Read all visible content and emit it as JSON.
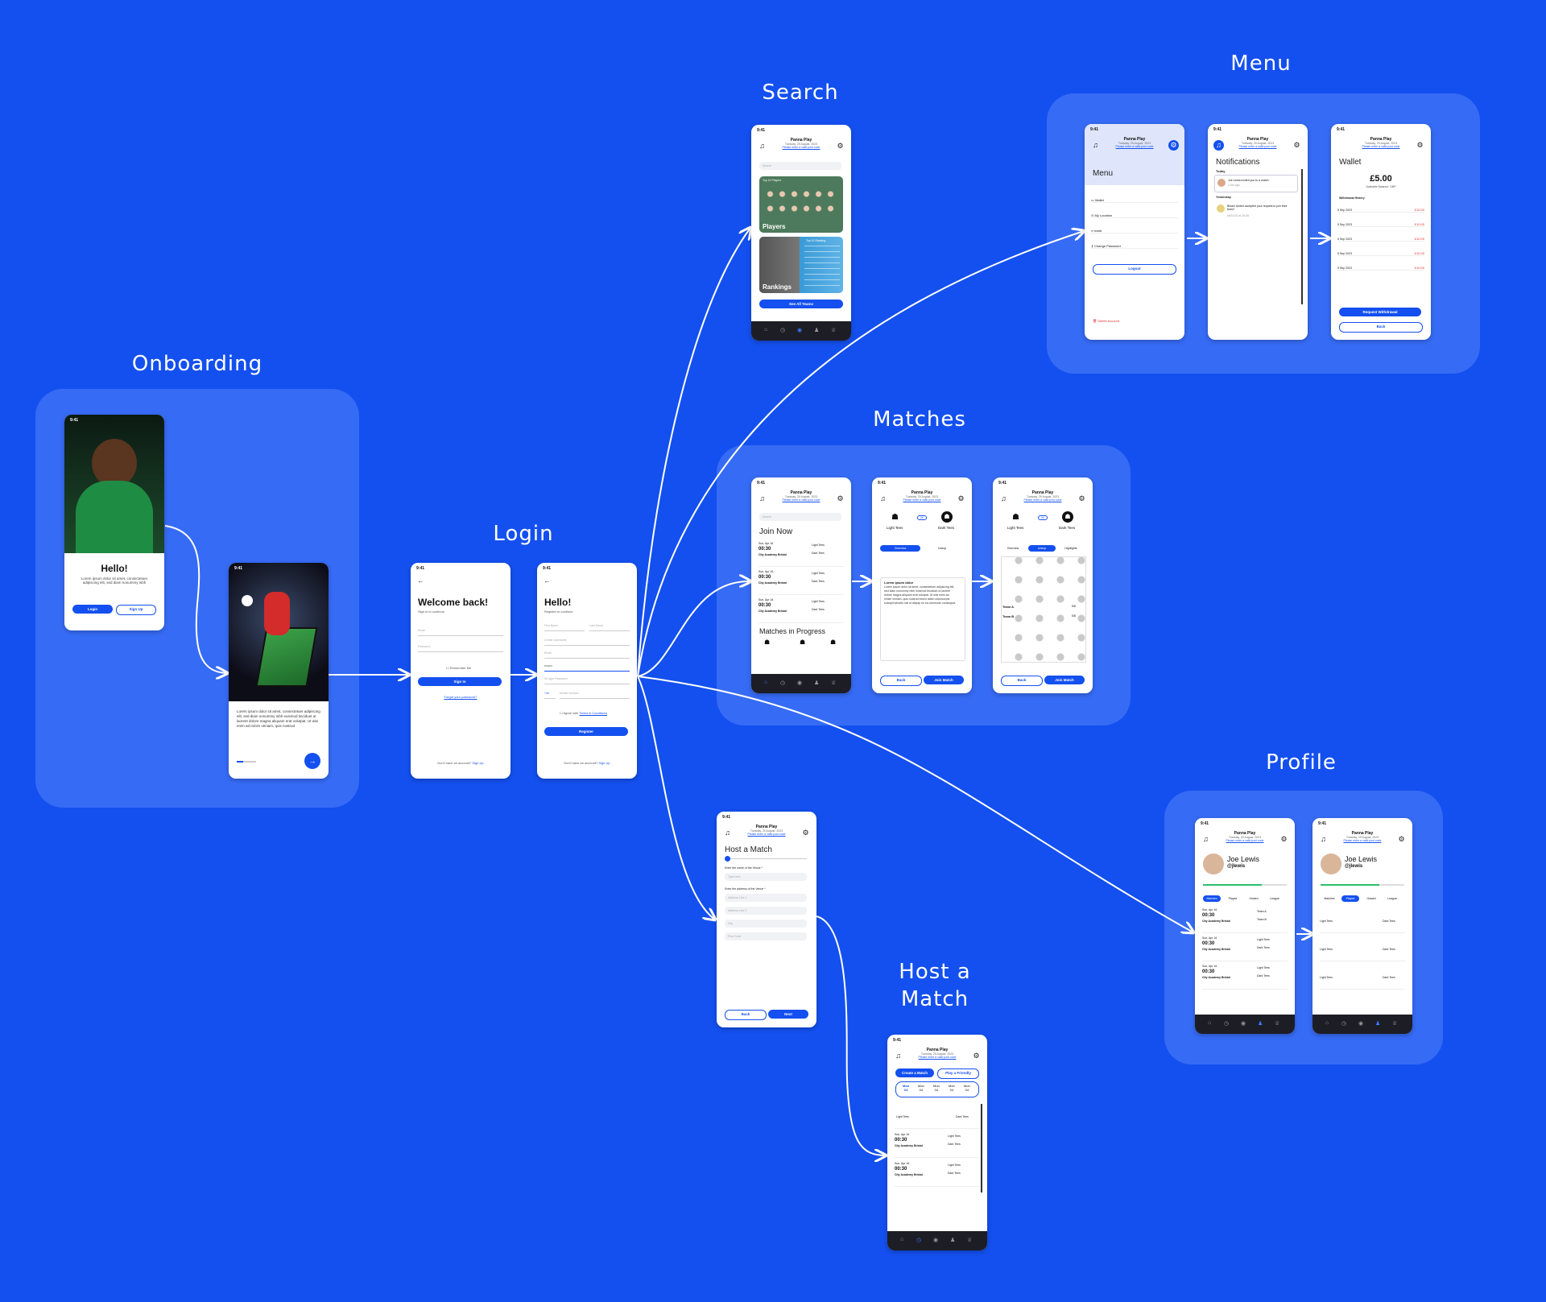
{
  "sections": {
    "onboarding": "Onboarding",
    "login": "Login",
    "search": "Search",
    "menu": "Menu",
    "matches": "Matches",
    "host": "Host a Match",
    "profile": "Profile"
  },
  "common": {
    "status_time": "9:41",
    "app_name": "Panna Play",
    "date": "Tuesday, 29 August, 2023",
    "location_link": "Please enter a valid post code"
  },
  "onboarding1": {
    "title": "Hello!",
    "body": "Lorem ipsum dolor sit amet, consectetuer adipiscing elit, sed diam nonummy nibh",
    "login": "Login",
    "signup": "Sign Up"
  },
  "onboarding2": {
    "body": "Lorem ipsum dolor sit amet, consectetuer adipiscing elit, sed diam nonummy nibh euismod tincidunt ut laoreet dolore magna aliquam erat volutpat. Ut wisi enim ad minim veniam, quis nostrud"
  },
  "login": {
    "title": "Welcome back!",
    "subtitle": "Sign in to continue",
    "email": "Email",
    "password": "Password",
    "remember": "Remember Me",
    "sign_in": "Sign In",
    "forgot": "Forgot your password?",
    "no_account": "Don't have an account?",
    "sign_up": "Sign Up"
  },
  "register": {
    "title": "Hello!",
    "subtitle": "Register to continue",
    "first": "First Name",
    "last": "Last Name",
    "username": "Create Username",
    "email": "Email",
    "password": "••••••••",
    "confirm": "Re-type Password",
    "code": "+44",
    "mobile": "Mobile Number",
    "agree": "Agree with",
    "terms": "Terms & Conditions",
    "register": "Register",
    "no_account": "Don't have an account?",
    "sign_up": "Sign Up"
  },
  "search": {
    "placeholder": "Search",
    "top_players": "Top 10 Players",
    "players": "Players",
    "top_ranking": "Top 10 Ranking",
    "rankings": "Rankings",
    "see_all": "See All Teams"
  },
  "menu": {
    "title": "Menu",
    "items": [
      "Wallet",
      "My Location",
      "Invite",
      "Change Password"
    ],
    "logout": "Logout",
    "delete": "Delete Account"
  },
  "notifications": {
    "title": "Notifications",
    "today": "Today",
    "n1": "Joe Lewis invited you to a match",
    "n1_time": "2 hrs ago",
    "yesterday": "Yesterday",
    "n2": "Bristol United accepted your request to join their team!",
    "n2_time": "06/11/23 at 19:45"
  },
  "wallet": {
    "title": "Wallet",
    "balance": "£5.00",
    "available": "Available Balance: GBP",
    "history": "Withdrawal History",
    "rows": [
      {
        "date": "5 Sep 2023",
        "amount": "£10.00"
      },
      {
        "date": "5 Sep 2023",
        "amount": "£10.00"
      },
      {
        "date": "5 Sep 2023",
        "amount": "£10.00"
      },
      {
        "date": "5 Sep 2023",
        "amount": "£10.00"
      },
      {
        "date": "5 Sep 2023",
        "amount": "£10.00"
      }
    ],
    "request": "Request Withdrawal",
    "back": "Back"
  },
  "matches_list": {
    "search": "Search",
    "join_now": "Join Now",
    "in_progress": "Matches in Progress",
    "day": "Sun, Apr 16",
    "time": "00:30",
    "venue": "City Academy Bristol",
    "light": "Light Tees",
    "dark": "Dark Tees"
  },
  "match_detail": {
    "light": "Light Tees",
    "dark": "Dark Tees",
    "vs": "vs",
    "tab_overview": "Overview",
    "tab_lineup": "Lineup",
    "tab_highlights": "Highlights",
    "lorem_title": "Lorem ipsum dolor",
    "lorem": "Lorem ipsum dolor sit amet, consectetuer adipiscing elit, sed diam nonummy nibh euismod tincidunt ut laoreet dolore magna aliquam erat volutpat. Ut wisi enim ad minim veniam, quis nostrud exerci tation ullamcorper suscipit lobortis nisl ut aliquip ex ea commodo consequat.",
    "back": "Back",
    "join": "Join Match",
    "team_a": "Team A",
    "team_b": "Team B",
    "slots": "5/8"
  },
  "host_form": {
    "title": "Host a Match",
    "q1": "Enter the name of the Venue *",
    "venue": "Type here",
    "q2": "Enter the address of the Venue *",
    "addr1": "Address Line 1",
    "addr2": "Address Line 2",
    "city": "City",
    "post": "Post Code",
    "back": "Back",
    "next": "Next"
  },
  "host_list": {
    "create": "Create a Match",
    "play": "Play a Friendly",
    "days": [
      "Mon",
      "Mon",
      "Mon",
      "Mon",
      "Mon"
    ],
    "dates": [
      "04",
      "04",
      "04",
      "04",
      "04"
    ]
  },
  "profile": {
    "name": "Joe Lewis",
    "handle": "@jlewis",
    "tabs": [
      "Matches",
      "Played",
      "Hosted",
      "League"
    ],
    "team_a": "Team A",
    "team_b": "Team B"
  }
}
